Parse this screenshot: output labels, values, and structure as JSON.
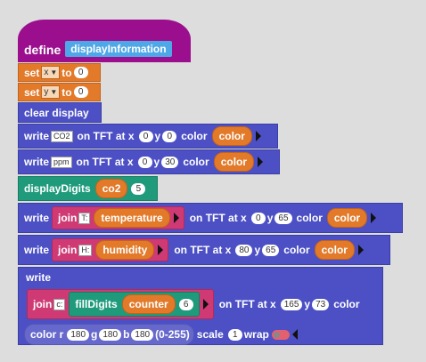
{
  "define": {
    "keyword": "define",
    "name": "displayInformation"
  },
  "set_x": {
    "set": "set",
    "var": "x",
    "to": "to",
    "value": "0"
  },
  "set_y": {
    "set": "set",
    "var": "y",
    "to": "to",
    "value": "0"
  },
  "clear": {
    "label": "clear display"
  },
  "write1": {
    "write": "write",
    "text": "CO2",
    "on": "on TFT at x",
    "x": "0",
    "y_lbl": "y",
    "y": "0",
    "color_lbl": "color",
    "color": "color"
  },
  "write2": {
    "write": "write",
    "text": "ppm",
    "on": "on TFT at x",
    "x": "0",
    "y_lbl": "y",
    "y": "30",
    "color_lbl": "color",
    "color": "color"
  },
  "digits": {
    "label": "displayDigits",
    "var": "co2",
    "n": "5"
  },
  "write3": {
    "write": "write",
    "join": "join",
    "text": "T:",
    "var": "temperature",
    "on": "on TFT at x",
    "x": "0",
    "y_lbl": "y",
    "y": "65",
    "color_lbl": "color",
    "color": "color"
  },
  "write4": {
    "write": "write",
    "join": "join",
    "text": "H:",
    "var": "humidity",
    "on": "on TFT at x",
    "x": "80",
    "y_lbl": "y",
    "y": "65",
    "color_lbl": "color",
    "color": "color"
  },
  "write5": {
    "write": "write",
    "join": "join",
    "text": "c:",
    "fill": "fillDigits",
    "var": "counter",
    "n": "6",
    "on": "on TFT at x",
    "x": "165",
    "y_lbl": "y",
    "y": "73",
    "color_lbl": "color",
    "color_r": "color r",
    "r": "180",
    "g_lbl": "g",
    "g": "180",
    "b_lbl": "b",
    "b": "180",
    "range": "(0-255)",
    "scale_lbl": "scale",
    "scale": "1",
    "wrap_lbl": "wrap"
  }
}
